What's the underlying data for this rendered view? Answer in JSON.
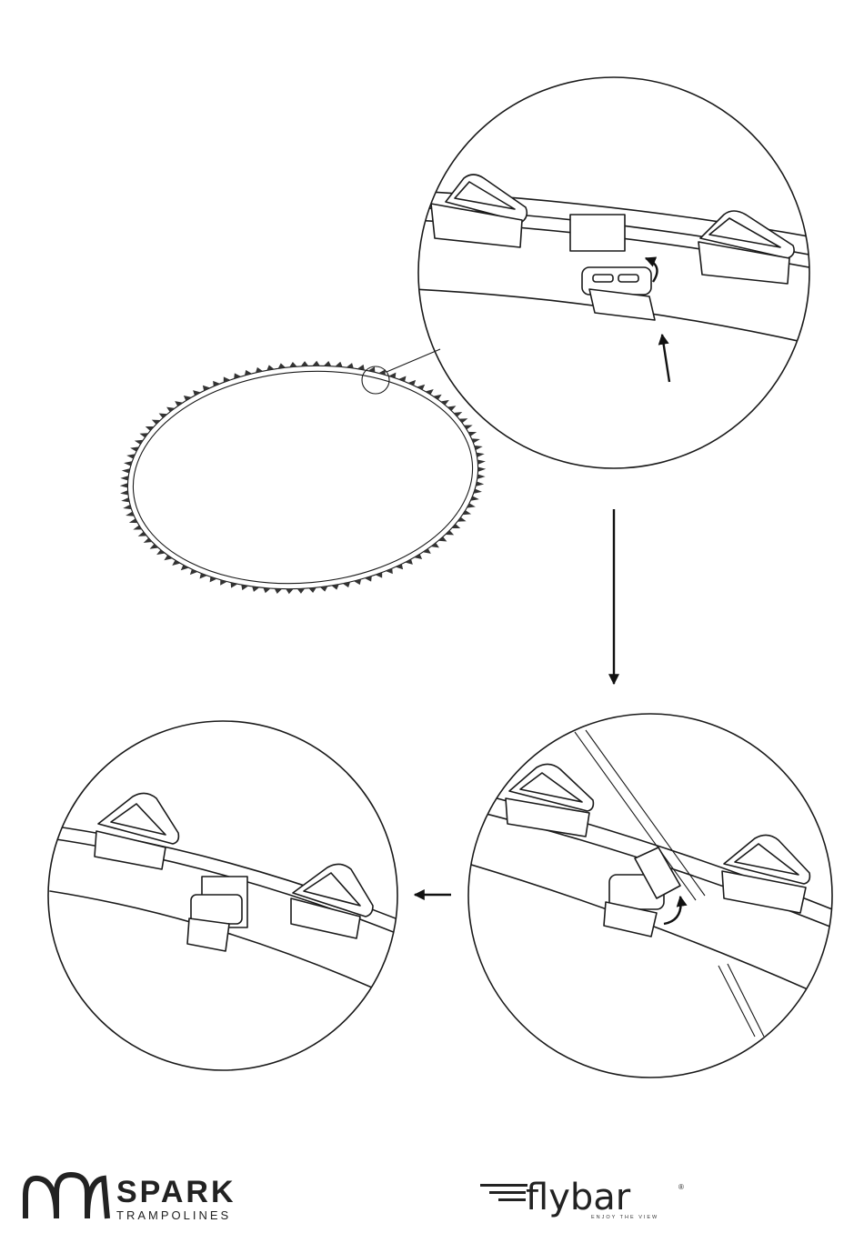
{
  "diagram": {
    "step_order": [
      "overview-ring",
      "detail-top",
      "detail-bottom-right",
      "detail-bottom-left"
    ],
    "icons": {
      "mat": "trampoline-mat-ring-icon",
      "clip": "v-ring-clip-icon",
      "arrow": "direction-arrow-icon"
    }
  },
  "branding": {
    "spark": {
      "word": "SPARK",
      "sub": "TRAMPOLINES",
      "color": "#222222"
    },
    "flybar": {
      "word": "flybar",
      "mark": "®",
      "tagline": "ENJOY THE VIEW",
      "color": "#222222"
    }
  }
}
